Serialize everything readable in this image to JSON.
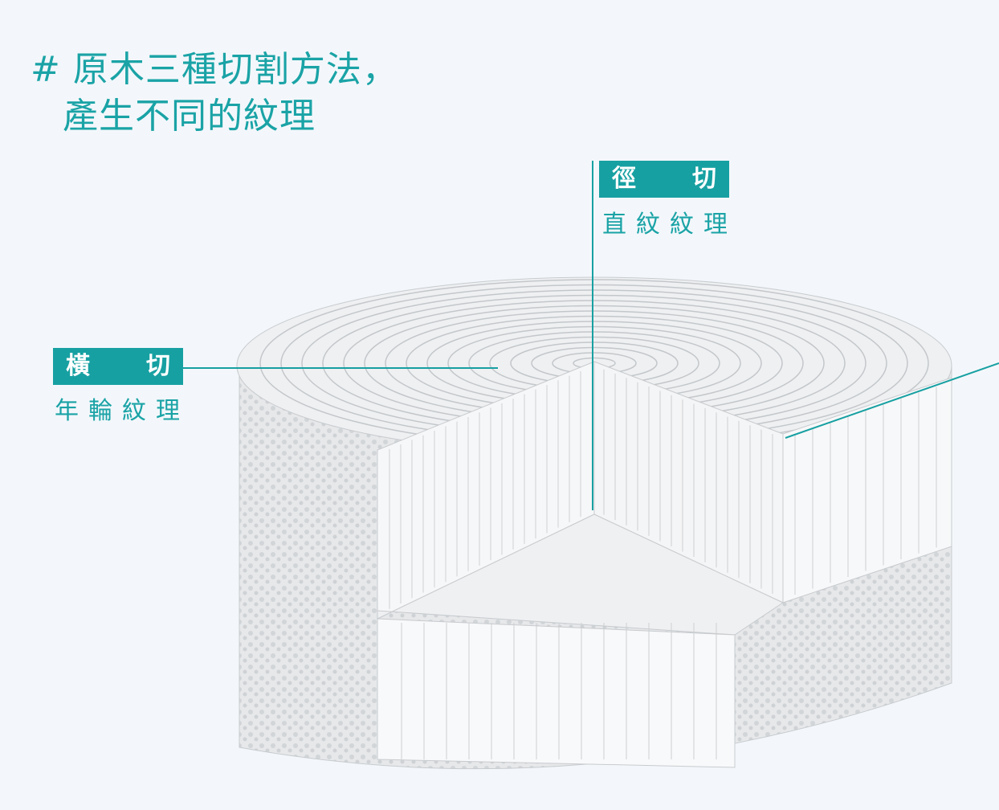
{
  "title": {
    "line1": "# 原木三種切割方法，",
    "line2": "產生不同的紋理"
  },
  "labels": {
    "cross_cut": {
      "tag_left": "橫",
      "tag_right": "切",
      "desc": "年輪紋理"
    },
    "radial_cut": {
      "tag_left": "徑",
      "tag_right": "切",
      "desc": "直紋紋理"
    }
  },
  "colors": {
    "accent": "#17a0a2",
    "background": "#f3f7fb",
    "wood_line": "#b8bcc0"
  }
}
